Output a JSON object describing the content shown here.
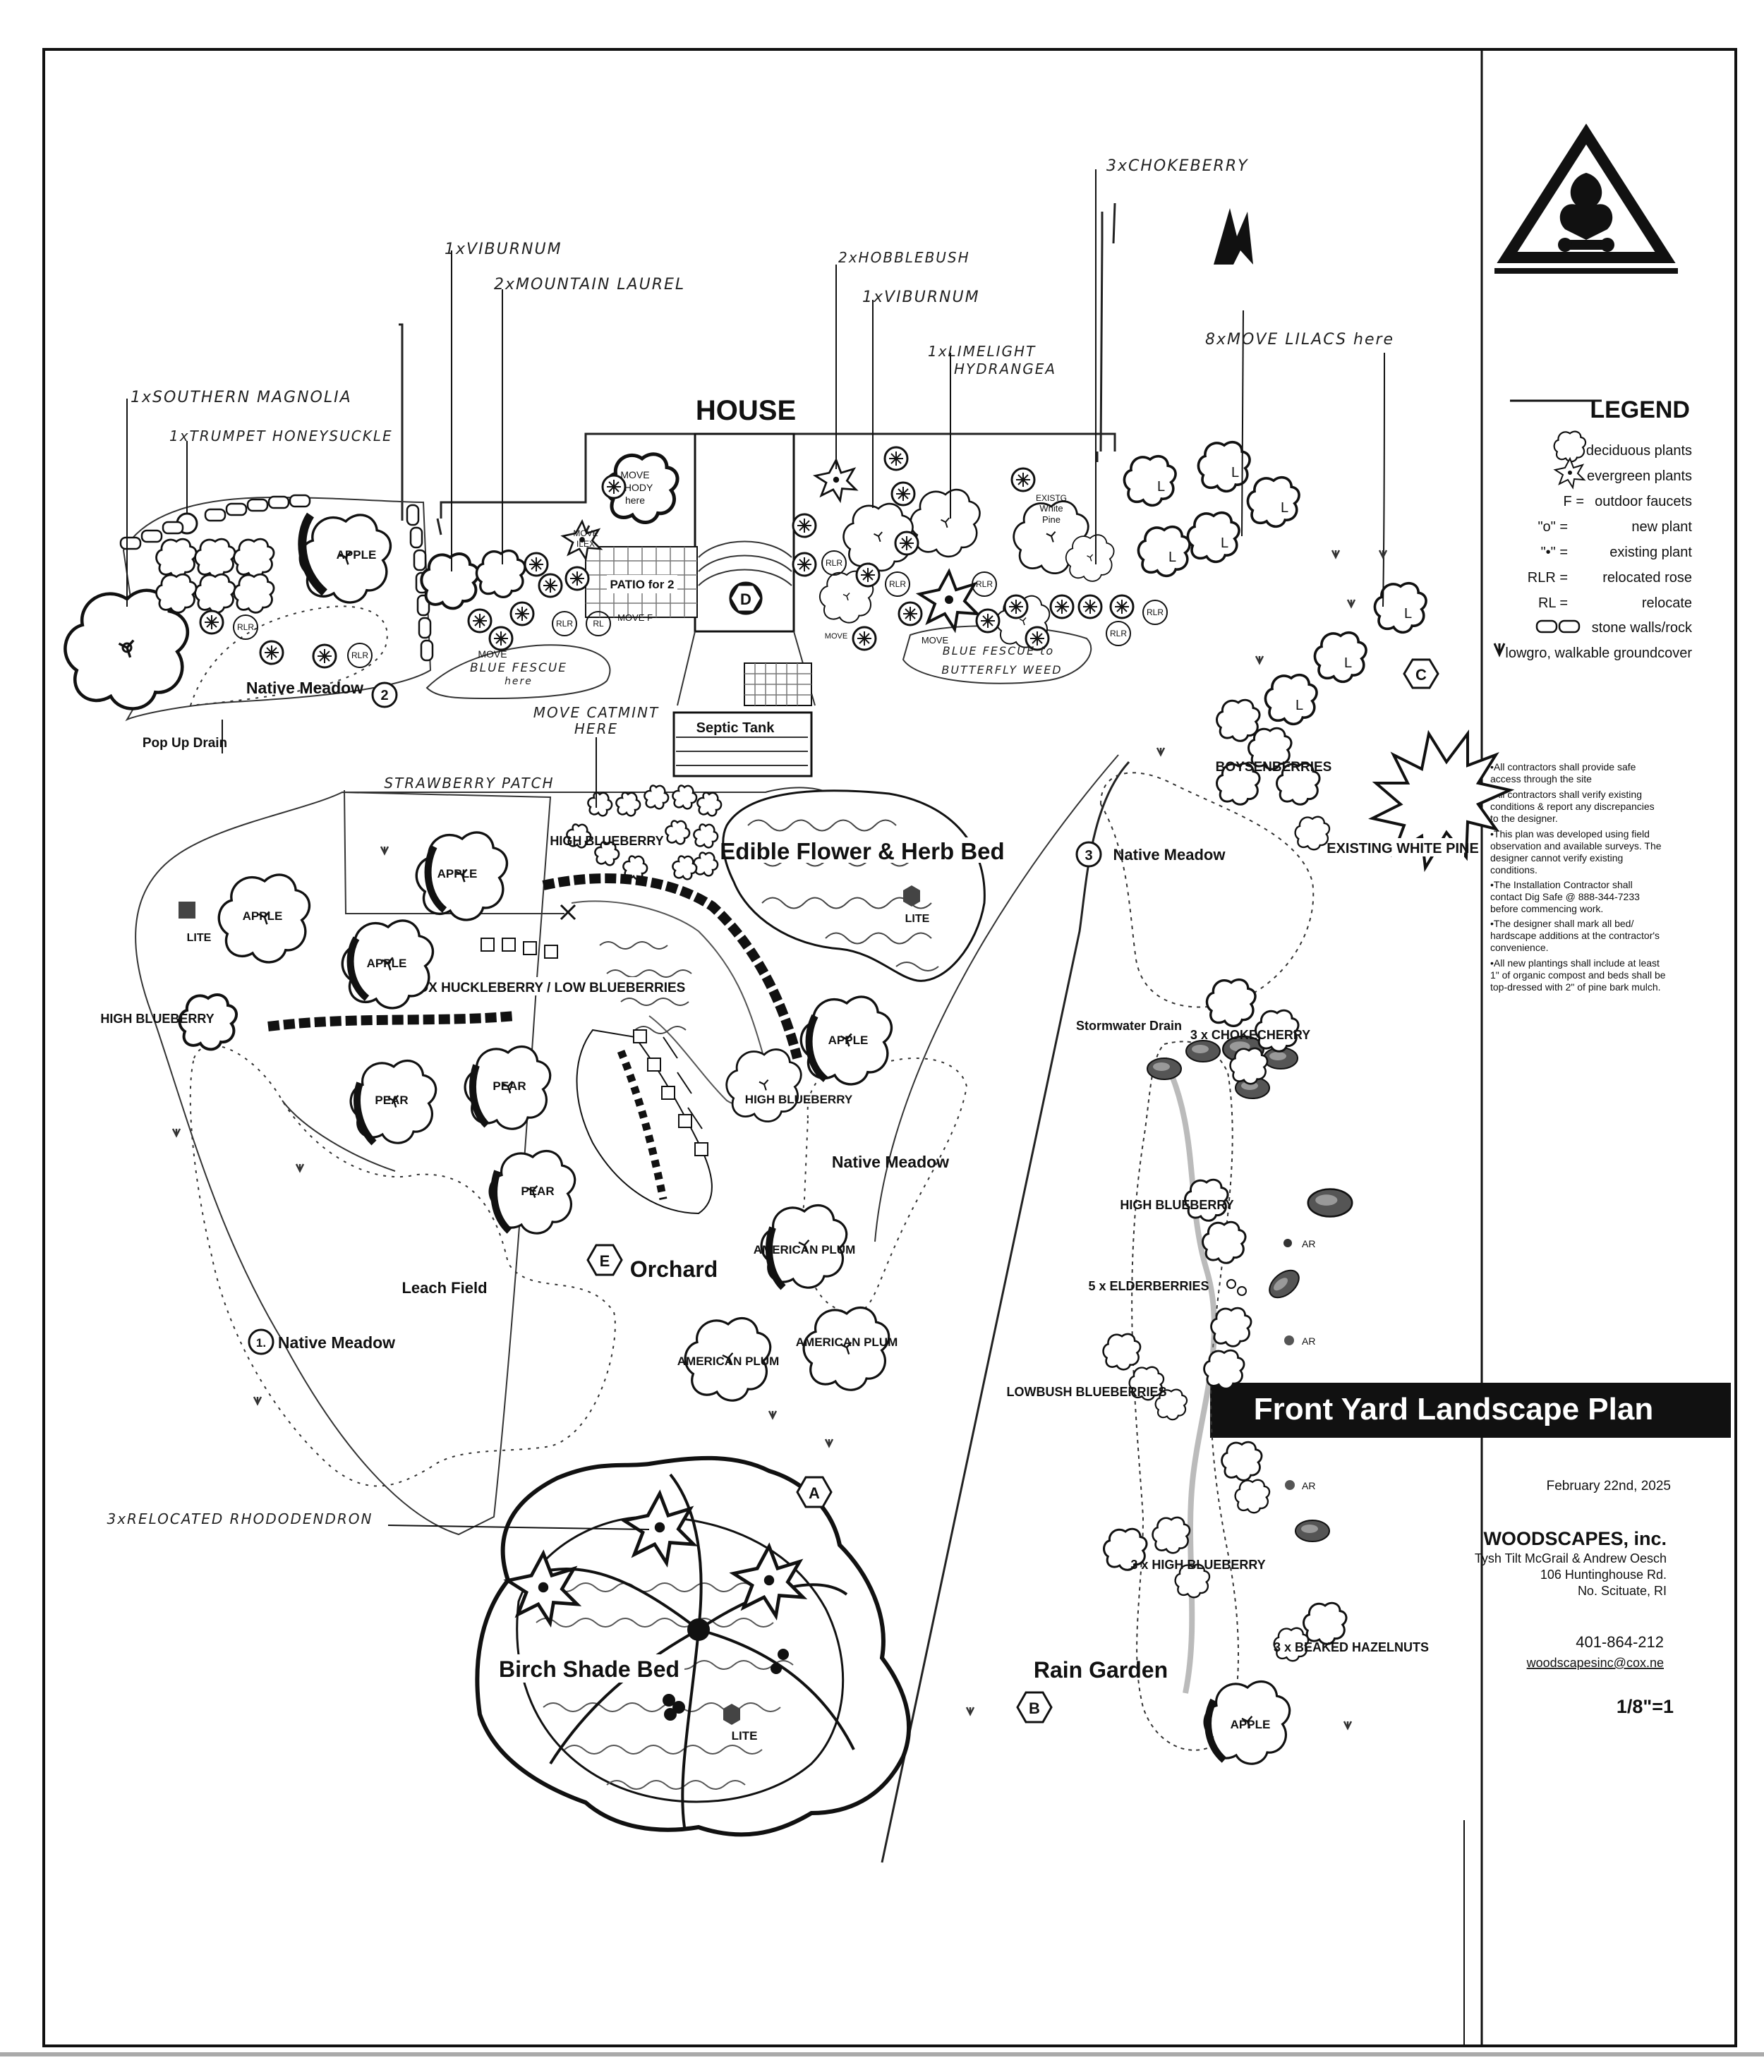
{
  "title": "Front Yard Landscape Plan",
  "house": "HOUSE",
  "legend": {
    "title": "LEGEND",
    "items": [
      {
        "label": "deciduous plants",
        "icon": "deciduous-plant-icon"
      },
      {
        "label": "evergreen plants",
        "icon": "evergreen-plant-icon"
      },
      {
        "label": "outdoor faucets",
        "key": "F ="
      },
      {
        "label": "new plant",
        "key": "\"o\" ="
      },
      {
        "label": "existing plant",
        "key": "\"•\" ="
      },
      {
        "label": "relocated rose",
        "key": "RLR ="
      },
      {
        "label": "relocate",
        "key": "RL ="
      },
      {
        "label": "stone walls/rock",
        "icon": "stone-wall-icon"
      },
      {
        "label": "lowgro, walkable groundcover",
        "icon": "groundcover-arrow-icon"
      }
    ]
  },
  "notes": [
    "•All contractors shall provide safe access through the site",
    "•All contractors shall verify existing conditions & report any discrepancies to the designer.",
    "•This plan was developed using field observation and available surveys. The designer cannot verify existing conditions.",
    "•The Installation Contractor shall contact Dig Safe @ 888-344-7233 before commencing work.",
    "•The designer shall mark all bed/ hardscape additions at the contractor's convenience.",
    "•All new plantings shall include at least 1\" of organic compost and beds shall be top-dressed with 2\" of pine bark mulch."
  ],
  "date": "February 22nd, 2025",
  "company": {
    "name": "WOODSCAPES, inc.",
    "people": "Tysh Tilt McGrail & Andrew Oesch",
    "address1": "106 Huntinghouse Rd.",
    "address2": "No. Scituate, RI",
    "phone": "401-864-212",
    "email": "woodscapesinc@cox.ne"
  },
  "scale": "1/8\"=1",
  "callouts": {
    "magnolia": "1xSOUTHERN MAGNOLIA",
    "honeysuckle": "1xTRUMPET HONEYSUCKLE",
    "viburnum1": "1xVIBURNUM",
    "laurel": "2xMOUNTAIN LAUREL",
    "hobblebush": "2xHOBBLEBUSH",
    "viburnum2": "1xVIBURNUM",
    "hydrangea1": "1xLIMELIGHT",
    "hydrangea2": "HYDRANGEA",
    "chokeberry": "3xCHOKEBERRY",
    "lilacs": "8xMOVE LILACS here",
    "catmint1": "MOVE CATMINT",
    "catmint2": "HERE",
    "strawberry": "STRAWBERRY PATCH",
    "rhododendron": "3xRELOCATED RHODODENDRON"
  },
  "beds": {
    "native_meadow_2": "Native Meadow",
    "native_meadow_3": "Native Meadow",
    "native_meadow_1": "Native Meadow",
    "native_meadow_mid": "Native Meadow",
    "pop_up_drain": "Pop Up Drain",
    "septic_tank": "Septic Tank",
    "patio": "PATIO for 2",
    "edible": "Edible Flower & Herb Bed",
    "orchard": "Orchard",
    "leach_field": "Leach Field",
    "birch": "Birch Shade Bed",
    "rain_garden": "Rain Garden",
    "stormwater": "Stormwater Drain",
    "box_huckleberry": "BOX HUCKLEBERRY / LOW BLUEBERRIES",
    "existing_pine": "EXISTING WHITE PINE",
    "boysenberries": "BOYSENBERRIES"
  },
  "markers": {
    "one": "1.",
    "two": "2",
    "three": "3",
    "A": "A",
    "B": "B",
    "C": "C",
    "D": "D",
    "E": "E"
  },
  "small": {
    "move_rhody1": "MOVE",
    "move_rhody2": "RHODY",
    "move_rhody3": "here",
    "ilex1": "MOVE",
    "ilex2": "ILEX",
    "fescue1a": "MOVE",
    "fescue1b": "BLUE FESCUE",
    "fescue1c": "here",
    "fescue2a": "MOVE",
    "fescue2b": "BLUE FESCUE to",
    "fescue2c": "BUTTERFLY WEED",
    "exist_pine1": "EXISTG",
    "exist_pine2": "White",
    "exist_pine3": "Pine",
    "rlr": "RLR",
    "rl": "RL",
    "ar": "AR",
    "lite": "LITE",
    "move_f": "MOVE F"
  },
  "plants": {
    "apple": "APPLE",
    "pear": "PEAR",
    "american_plum": "AMERICAN PLUM",
    "high_blueberry": "HIGH BLUEBERRY",
    "chokecherry": "3 x CHOKECHERRY",
    "elderberries": "5 x ELDERBERRIES",
    "lowbush": "LOWBUSH BLUEBERRIES",
    "high_blueberry_3": "3 x HIGH BLUEBERRY",
    "hazelnuts": "3 x BEAKED HAZELNUTS"
  }
}
